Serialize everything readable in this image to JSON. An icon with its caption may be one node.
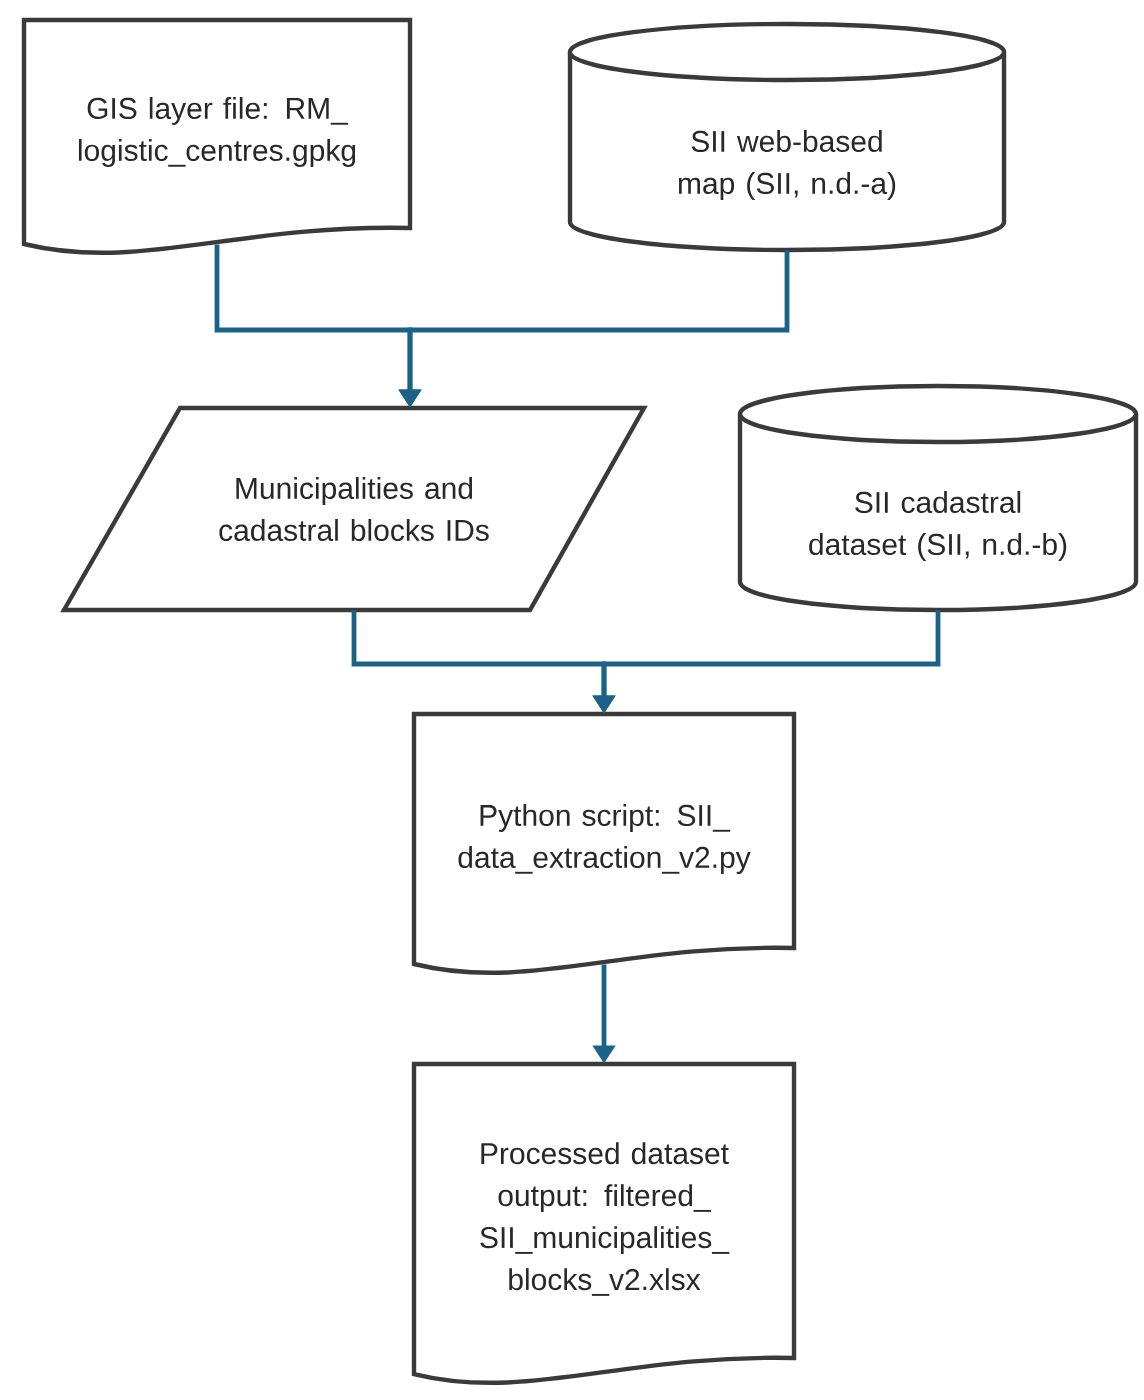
{
  "diagram": {
    "nodes": [
      {
        "text": [
          "GIS layer file: RM_logistic_centres.gpkg"
        ]
      },
      {
        "text": [
          "SII web-based map (SII, n.d.-a)"
        ]
      },
      {
        "text": [
          "Municipalities and cadastral blocks IDs"
        ]
      },
      {
        "text": [
          "SII cadastral dataset (SII, n.d.-b)"
        ]
      },
      {
        "text": [
          "Python script: SII_data_extraction_v2.py"
        ]
      },
      {
        "text": [
          "Processed dataset output: filtered_SII_municipalities_blocks_v2.xlsx"
        ]
      }
    ],
    "edges": [
      {
        "from": 0,
        "to": 2,
        "arrow": "to"
      },
      {
        "from": 1,
        "to": 2,
        "arrow": "to"
      },
      {
        "from": 2,
        "to": 4,
        "arrow": "to"
      },
      {
        "from": 3,
        "to": 4,
        "arrow": "to"
      },
      {
        "from": 4,
        "to": 5,
        "arrow": "to"
      }
    ]
  }
}
